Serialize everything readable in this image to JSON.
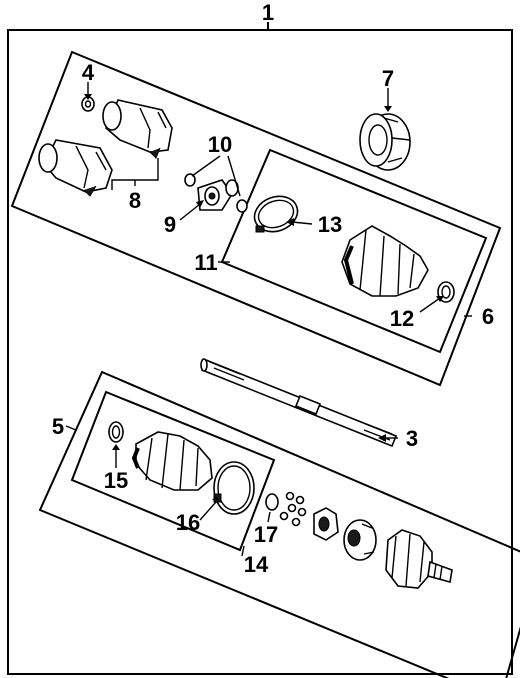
{
  "callouts": {
    "c1": "1",
    "c3": "3",
    "c4": "4",
    "c5": "5",
    "c6": "6",
    "c7": "7",
    "c8": "8",
    "c9": "9",
    "c10": "10",
    "c11": "11",
    "c12": "12",
    "c13": "13",
    "c14": "14",
    "c15": "15",
    "c16": "16",
    "c17": "17"
  }
}
